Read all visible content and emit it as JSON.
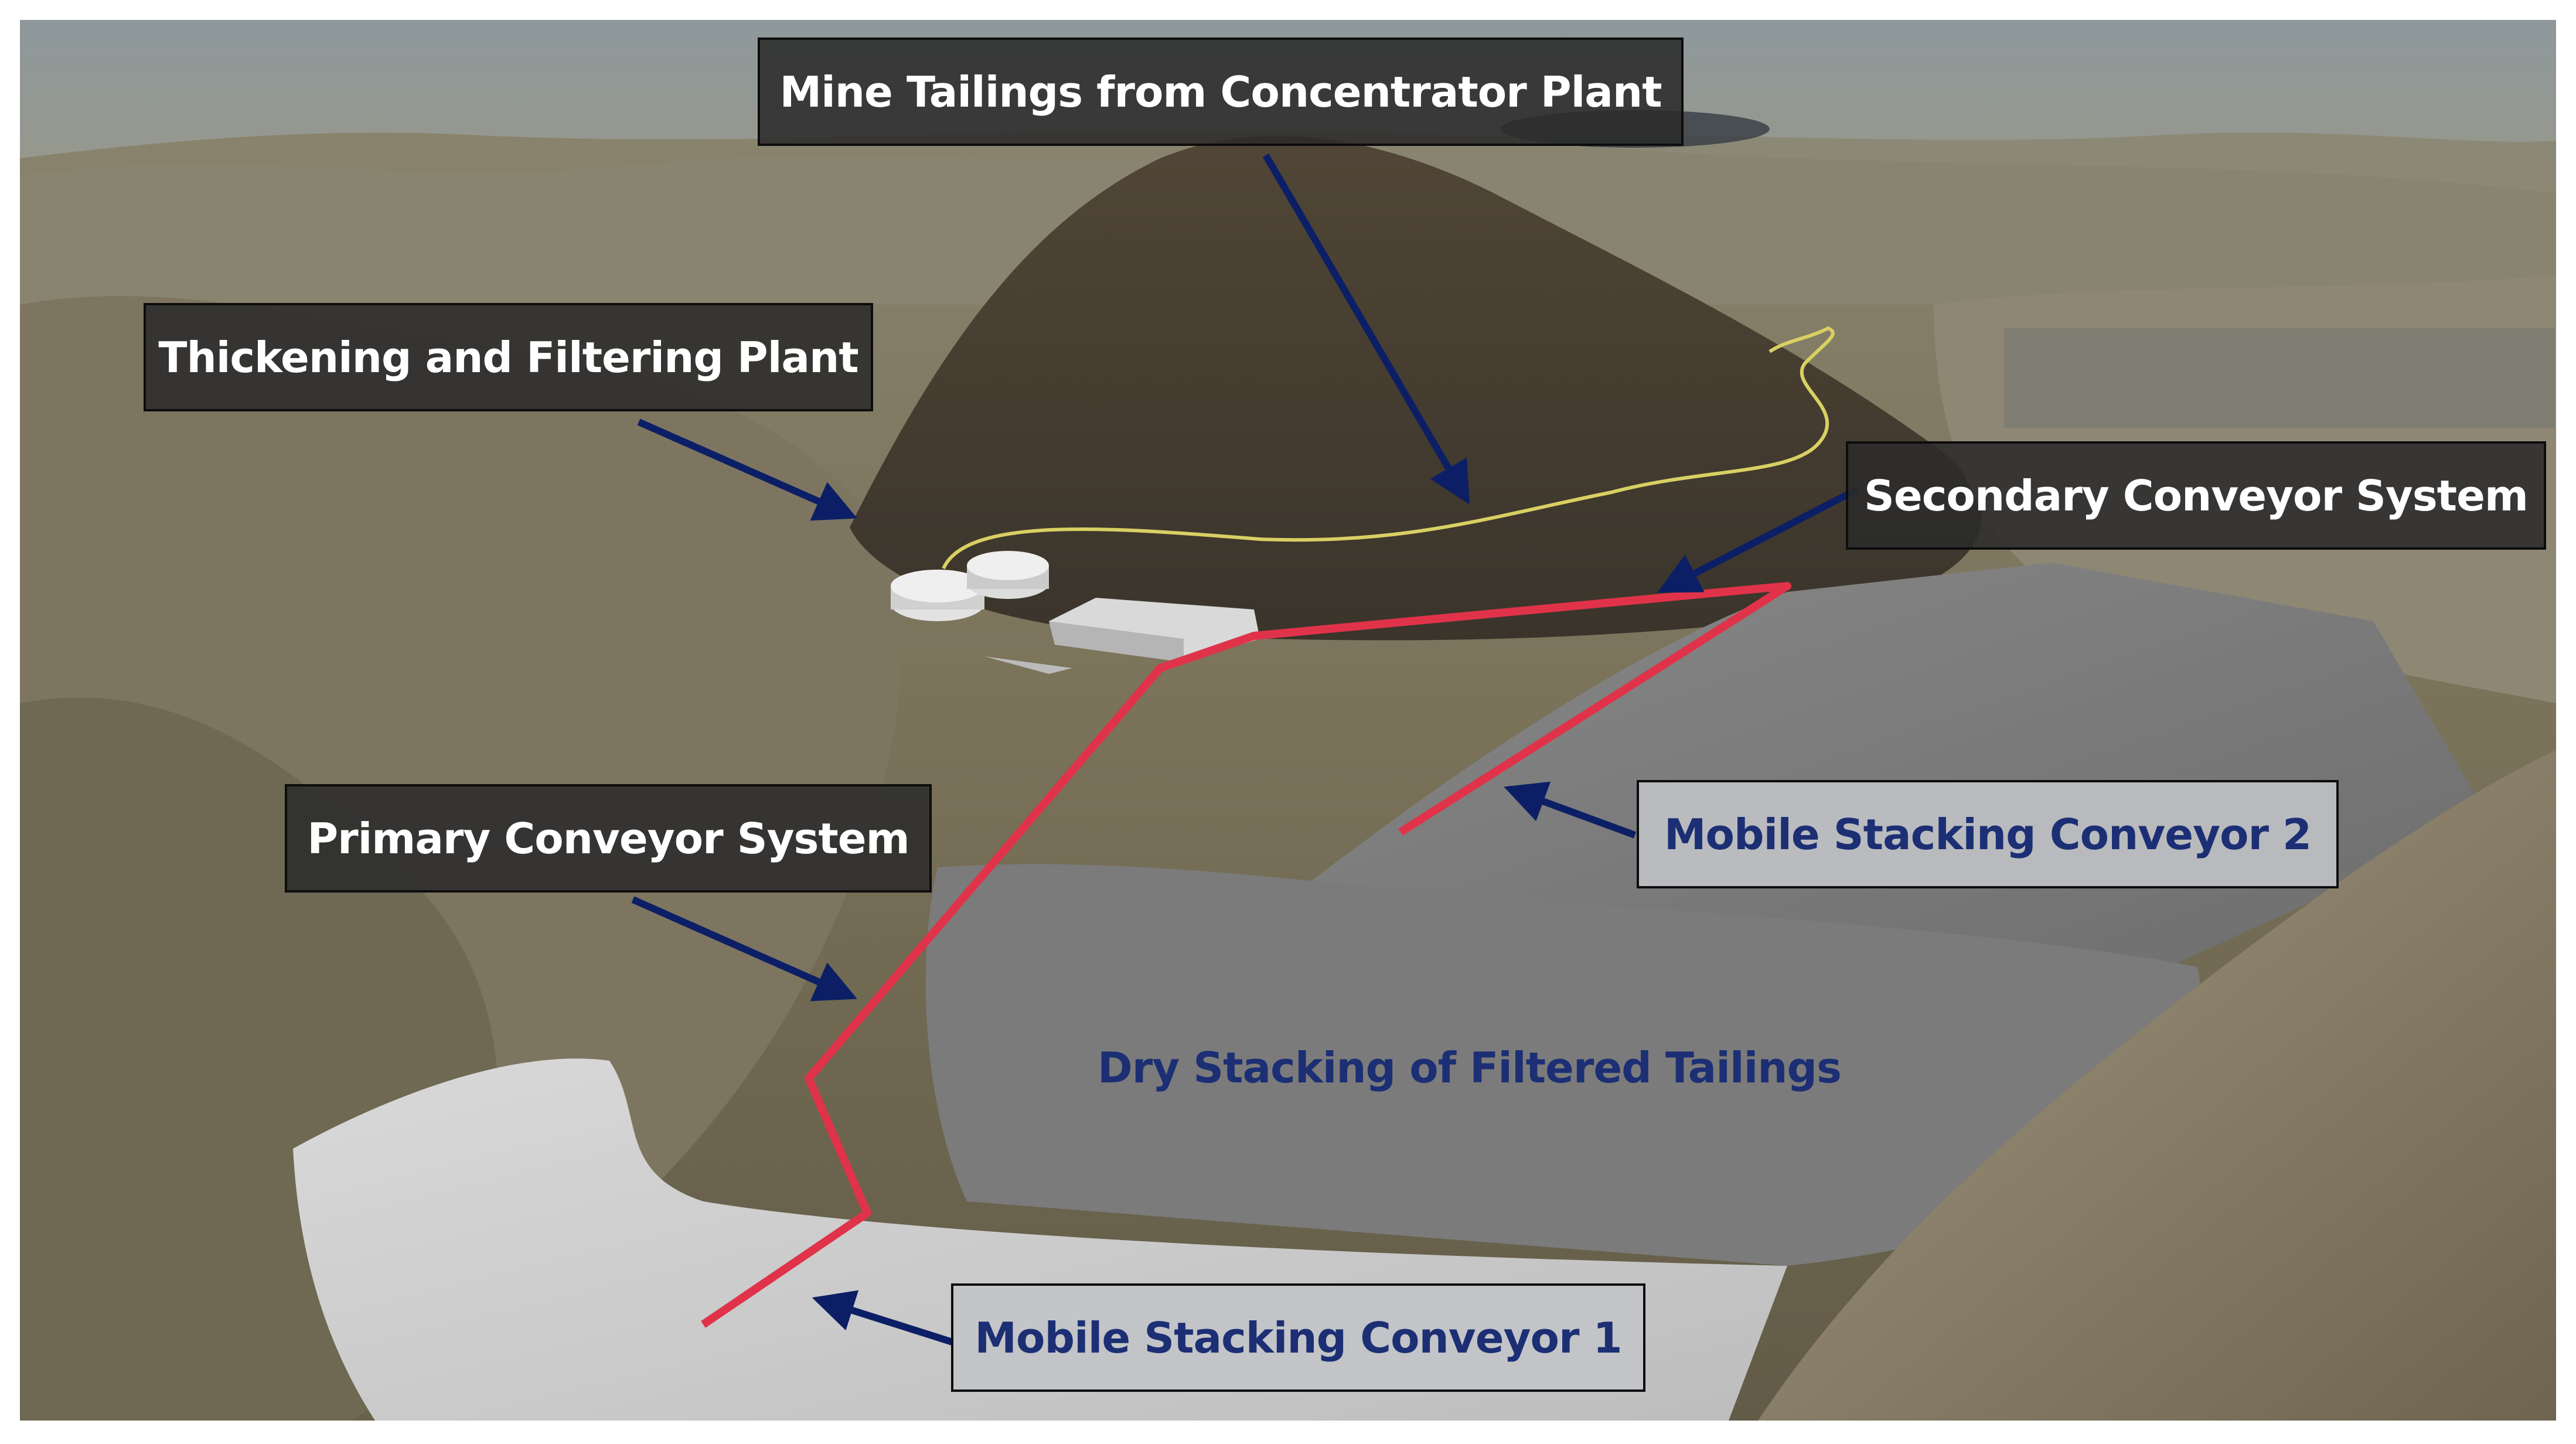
{
  "figure": {
    "description_colors": {
      "arrow": "#0c1f66",
      "conveyor_line": "#e0334a",
      "pipeline": "#d8d062",
      "dark_label_bg": "#2b2b2b",
      "light_label_bg": "#c1c4c7",
      "light_label_text": "#1c2f74"
    },
    "labels": {
      "mine_tailings": "Mine Tailings from Concentrator Plant",
      "thickening_plant": "Thickening and Filtering Plant",
      "secondary_conveyor": "Secondary Conveyor System",
      "primary_conveyor": "Primary Conveyor System",
      "mobile_stacking_2": "Mobile Stacking Conveyor 2",
      "dry_stacking": "Dry Stacking of Filtered Tailings",
      "mobile_stacking_1": "Mobile Stacking Conveyor 1"
    }
  }
}
